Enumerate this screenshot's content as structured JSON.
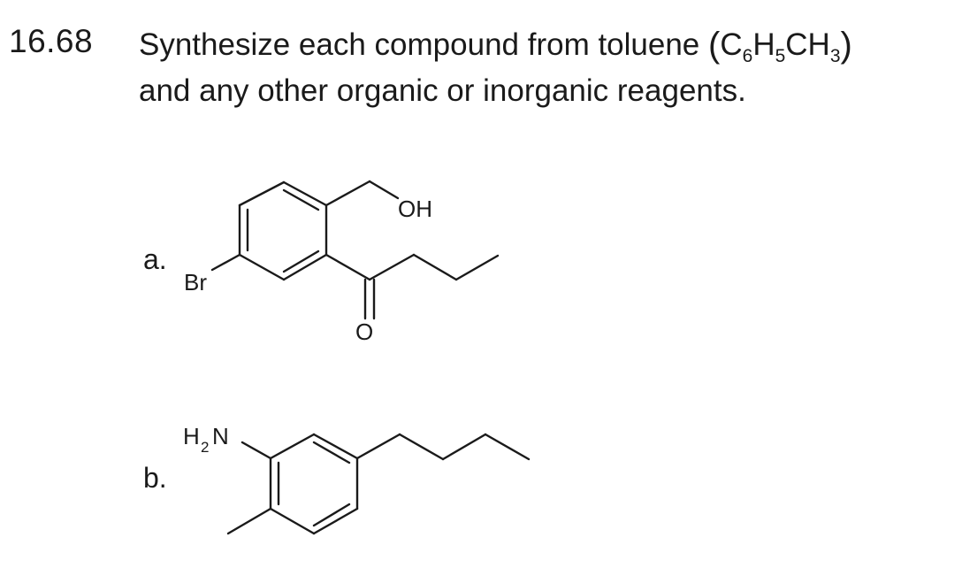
{
  "problem": {
    "number": "16.68",
    "line1_text": "Synthesize each compound from toluene",
    "formula": {
      "open": "(",
      "c": "C",
      "c_sub": "6",
      "h": "H",
      "h_sub": "5",
      "ch": "CH",
      "ch_sub": "3",
      "close": ")"
    },
    "line2_text": "and any other organic or inorganic reagents."
  },
  "parts": [
    {
      "label": "a.",
      "atoms": {
        "br": "Br",
        "oh": "OH",
        "o": "O"
      }
    },
    {
      "label": "b.",
      "atoms": {
        "h": "H",
        "h_sub": "2",
        "n": "N"
      }
    }
  ]
}
